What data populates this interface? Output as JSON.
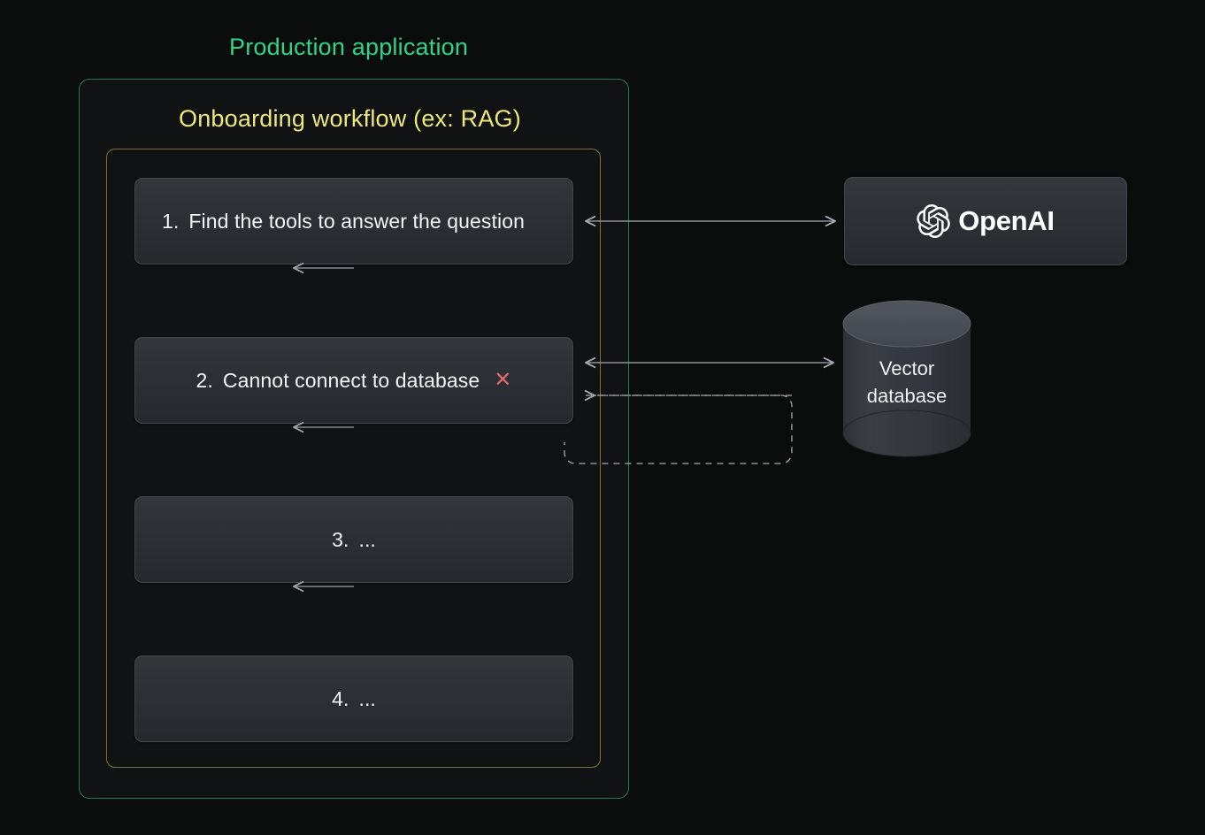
{
  "page": {
    "background": "#0b0c0c"
  },
  "outer": {
    "title": "Production application",
    "title_color": "#2fd48a",
    "border_color": "#1f7a56"
  },
  "workflow": {
    "title": "Onboarding workflow (ex: RAG)",
    "title_color": "#ece87a",
    "border_color": "#7a7434",
    "steps": [
      {
        "number": "1.",
        "text": "Find the tools to answer the question",
        "status": "ok",
        "align": "left"
      },
      {
        "number": "2.",
        "text": "Cannot connect to database",
        "status": "error",
        "error_glyph": "✕",
        "error_color": "#e06a6a",
        "align": "center"
      },
      {
        "number": "3.",
        "text": "...",
        "status": "ok",
        "align": "center"
      },
      {
        "number": "4.",
        "text": "...",
        "status": "ok",
        "align": "center"
      }
    ]
  },
  "services": {
    "openai": {
      "label": "OpenAI",
      "icon": "openai-blossom-logo",
      "icon_color": "#ffffff"
    },
    "vector_db": {
      "label_line1": "Vector",
      "label_line2": "database",
      "icon": "database-cylinder",
      "top_color": "#4a4f56",
      "body_color": "#34383e"
    }
  },
  "connectors": {
    "step1_to_openai": {
      "style": "solid",
      "arrows": "both",
      "color": "#a7abb0"
    },
    "step2_to_vectordb": {
      "style": "solid",
      "arrows": "both",
      "color": "#a7abb0"
    },
    "retry_loop": {
      "style": "dashed",
      "arrows": "left",
      "color": "#a7abb0"
    },
    "step_flow": {
      "style": "solid",
      "arrows": "down",
      "color": "#9aa0a6"
    }
  }
}
